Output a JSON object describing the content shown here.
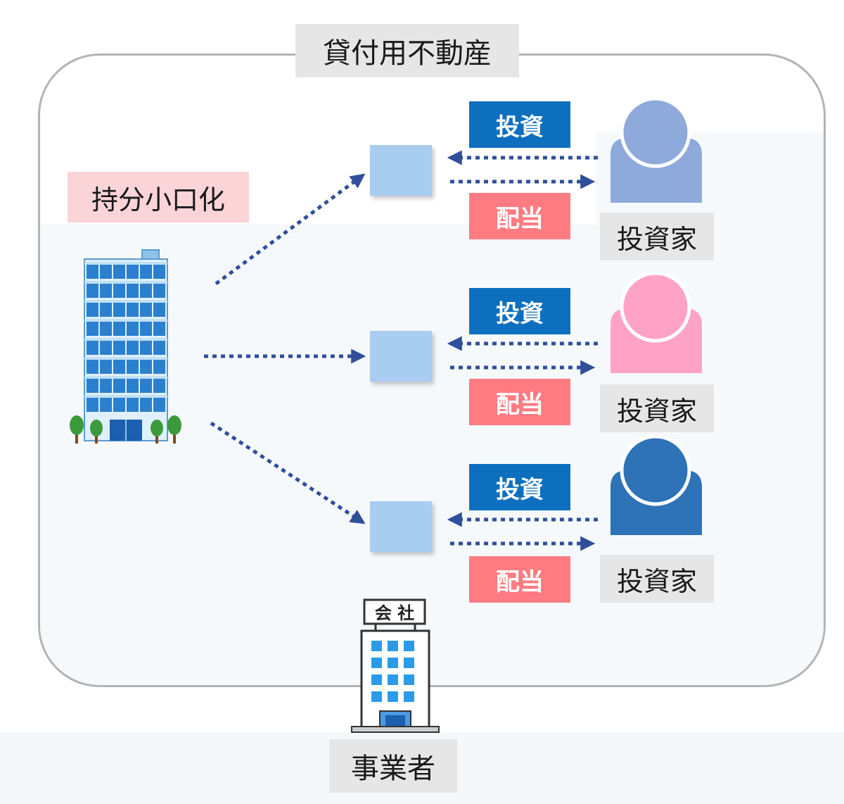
{
  "diagram": {
    "title": "貸付用不動産",
    "fraction_label": "持分小口化",
    "operator_label": "事業者",
    "company_sign": "会 社",
    "investors": [
      {
        "invest_label": "投資",
        "dividend_label": "配当",
        "investor_label": "投資家",
        "color": "#8eaadb"
      },
      {
        "invest_label": "投資",
        "dividend_label": "配当",
        "investor_label": "投資家",
        "color": "#ffa3c4"
      },
      {
        "invest_label": "投資",
        "dividend_label": "配当",
        "investor_label": "投資家",
        "color": "#2e72b8"
      }
    ],
    "colors": {
      "arrow": "#2f4f9a",
      "share_box": "#a8cdf1",
      "invest_bg": "#0f6fbf",
      "dividend_bg": "#ff7b82",
      "border": "#b3b3b3"
    }
  }
}
